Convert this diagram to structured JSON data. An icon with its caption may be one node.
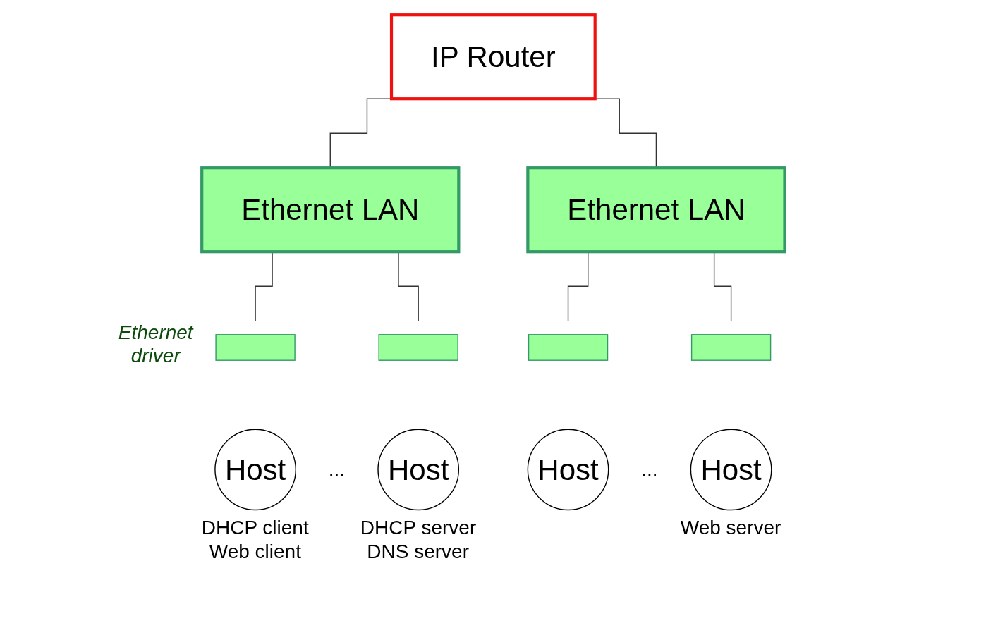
{
  "diagram": {
    "nodes": [
      {
        "text": [
          "IP Router"
        ]
      },
      {
        "text": [
          "Ethernet LAN"
        ]
      },
      {
        "text": [
          "Ethernet LAN"
        ]
      },
      {
        "text": [],
        "shape": "bar"
      },
      {
        "text": [],
        "shape": "bar"
      },
      {
        "text": [],
        "shape": "bar"
      },
      {
        "text": [],
        "shape": "bar"
      },
      {
        "text": [
          "Host"
        ],
        "beside": [
          "DHCP client",
          "Web client"
        ]
      },
      {
        "text": [
          "Host"
        ],
        "beside": [
          "DHCP server",
          "DNS server"
        ]
      },
      {
        "text": [
          "Host"
        ]
      },
      {
        "text": [
          "Host"
        ],
        "beside": [
          "Web server"
        ]
      }
    ],
    "edges": [
      {
        "from": 0,
        "to": 1,
        "arrow": "none"
      },
      {
        "from": 0,
        "to": 2,
        "arrow": "none"
      },
      {
        "from": 1,
        "to": 3,
        "arrow": "none"
      },
      {
        "from": 1,
        "to": 4,
        "arrow": "none"
      },
      {
        "from": 2,
        "to": 5,
        "arrow": "none"
      },
      {
        "from": 2,
        "to": 6,
        "arrow": "none"
      }
    ],
    "labels": [
      "Ethernet driver",
      "...",
      "..."
    ]
  }
}
